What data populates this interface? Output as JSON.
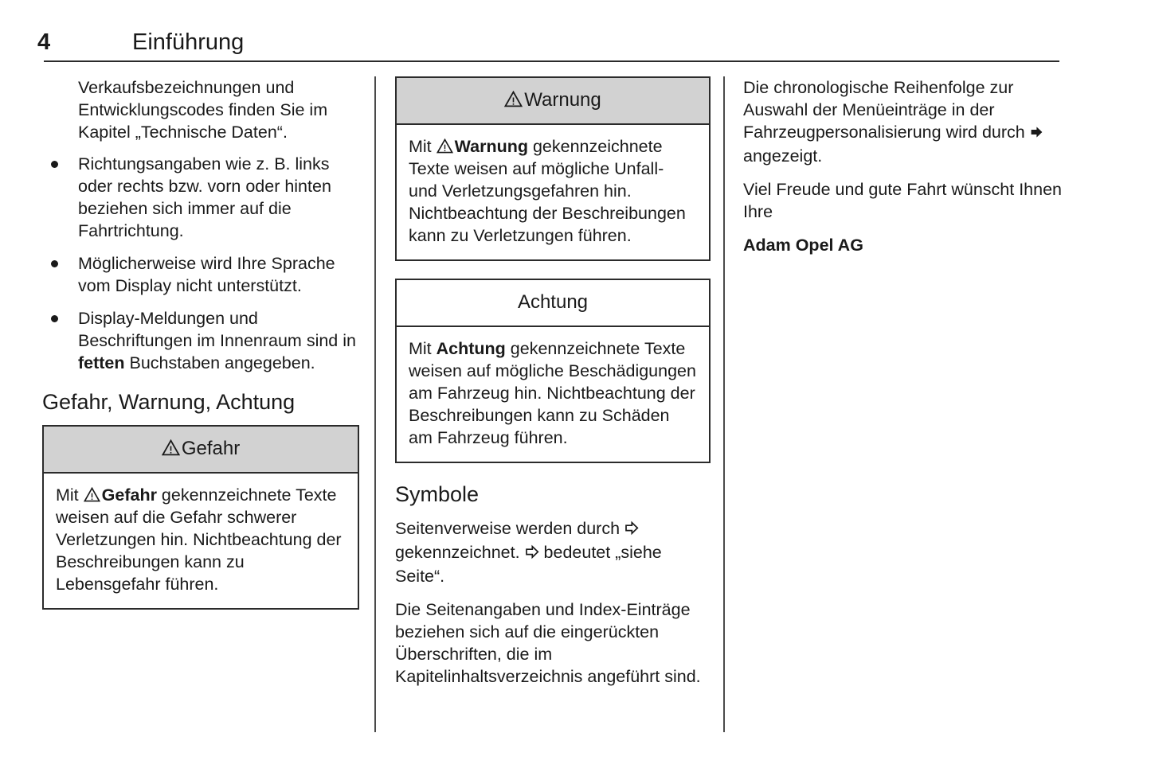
{
  "header": {
    "page_number": "4",
    "chapter_title": "Einführung"
  },
  "column1": {
    "intro_paragraph": "Verkaufsbezeichnungen und Entwicklungscodes finden Sie im Kapitel „Technische Daten“.",
    "bullets": [
      "Richtungsangaben wie z. B. links oder rechts bzw. vorn oder hinten beziehen sich immer auf die Fahrtrichtung.",
      "Möglicherweise wird Ihre Sprache vom Display nicht unterstützt.",
      "Display-Meldungen und Beschriftungen im Innenraum sind in fetten Buchstaben angegeben."
    ],
    "bullet3_prefix": "Display-Meldungen und Beschriftungen im Innenraum sind in ",
    "bullet3_bold": "fetten",
    "bullet3_suffix": " Buchstaben angegeben.",
    "section_heading": "Gefahr, Warnung, Achtung",
    "danger_box": {
      "icon": "warning-triangle-icon",
      "title": "Gefahr",
      "body_prefix": "Mit ",
      "body_bold": "Gefahr",
      "body_suffix": " gekennzeichnete Texte weisen auf die Gefahr schwerer Verletzungen hin. Nichtbeachtung der Beschreibungen kann zu Lebensgefahr führen."
    }
  },
  "column2": {
    "warning_box": {
      "icon": "warning-triangle-icon",
      "title": "Warnung",
      "body_prefix": "Mit ",
      "body_bold": "Warnung",
      "body_suffix": " gekennzeichnete Texte weisen auf mögliche Unfall- und Verletzungsgefahren hin. Nichtbeachtung der Beschreibungen kann zu Verletzungen führen."
    },
    "caution_box": {
      "title": "Achtung",
      "body_prefix": "Mit ",
      "body_bold": "Achtung",
      "body_suffix": " gekennzeichnete Texte weisen auf mögliche Beschädigungen am Fahrzeug hin. Nichtbeachtung der Beschreibungen kann zu Schäden am Fahrzeug führen."
    },
    "symbols_heading": "Symbole",
    "symbols_para1_a": "Seitenverweise werden durch ",
    "symbols_para1_b": " gekennzeichnet. ",
    "symbols_para1_c": " bedeutet „siehe Seite“.",
    "symbols_para2": "Die Seitenangaben und Index-Einträge beziehen sich auf die eingerückten Überschriften, die im Kapitelinhaltsverzeichnis angeführt sind."
  },
  "column3": {
    "para1_a": "Die chronologische Reihenfolge zur Auswahl der Menüeinträge in der Fahrzeugpersonalisierung wird durch ",
    "para1_b": " angezeigt.",
    "para2": "Viel Freude und gute Fahrt wünscht Ihnen Ihre",
    "signature": "Adam Opel AG"
  },
  "icons": {
    "warning_triangle": "warning-triangle-icon",
    "arrow_outline": "outline-right-arrow-icon",
    "arrow_solid": "solid-right-arrow-icon",
    "bullet": "bullet-dot-icon"
  },
  "colors": {
    "text": "#1a1a1a",
    "rule": "#2b2b2b",
    "box_header_fill": "#d2d2d2",
    "page_background": "#ffffff"
  }
}
